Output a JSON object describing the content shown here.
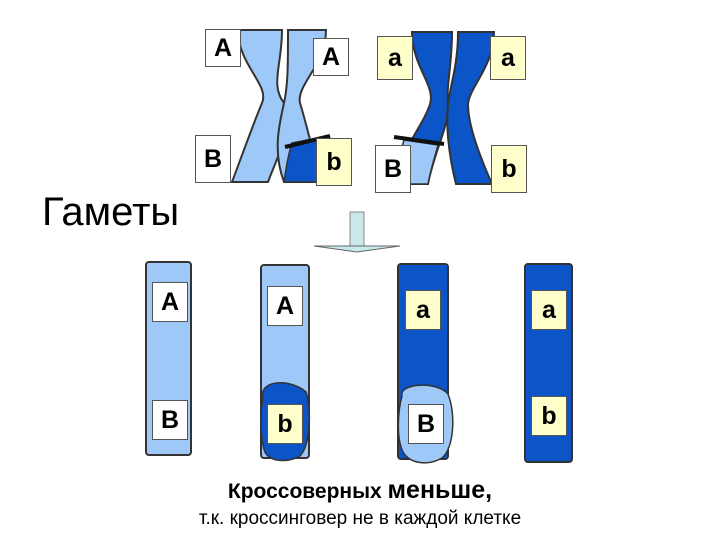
{
  "colors": {
    "light": "#9dc8f7",
    "dark": "#0b55c9",
    "outline": "#333333"
  },
  "parents": {
    "left": {
      "top_left": "A",
      "top_right": "A",
      "bottom_left": "B",
      "bottom_right": "b"
    },
    "right": {
      "top_left": "a",
      "top_right": "a",
      "bottom_left": "B",
      "bottom_right": "b"
    }
  },
  "title": "Гаметы",
  "gametes": [
    {
      "top": "A",
      "bottom": "B"
    },
    {
      "top": "A",
      "bottom": "b"
    },
    {
      "top": "a",
      "bottom": "B"
    },
    {
      "top": "a",
      "bottom": "b"
    }
  ],
  "caption": {
    "line1_start": "Кроссоверных ",
    "line1_emph": "меньше,",
    "line2": "т.к. кроссинговер не в каждой клетке"
  }
}
